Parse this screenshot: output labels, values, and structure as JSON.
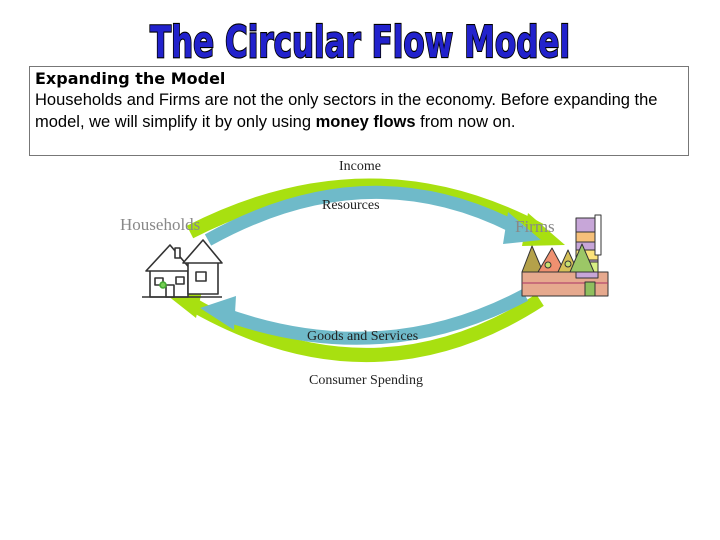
{
  "title": "The Circular Flow Model",
  "box": {
    "heading": "Expanding the Model",
    "body_part1": "Households and Firms are not the only sectors in the economy. Before expanding the model, we will simplify it by only using ",
    "body_bold": "money flows",
    "body_part2": " from now on."
  },
  "diagram": {
    "households_label": "Households",
    "firms_label": "Firms",
    "flows": {
      "income": "Income",
      "resources": "Resources",
      "goods_services": "Goods and Services",
      "consumer_spending": "Consumer Spending"
    }
  },
  "colors": {
    "title_fill": "#2222cc",
    "money_flow": "#a8e010",
    "real_flow": "#6fbac9"
  }
}
